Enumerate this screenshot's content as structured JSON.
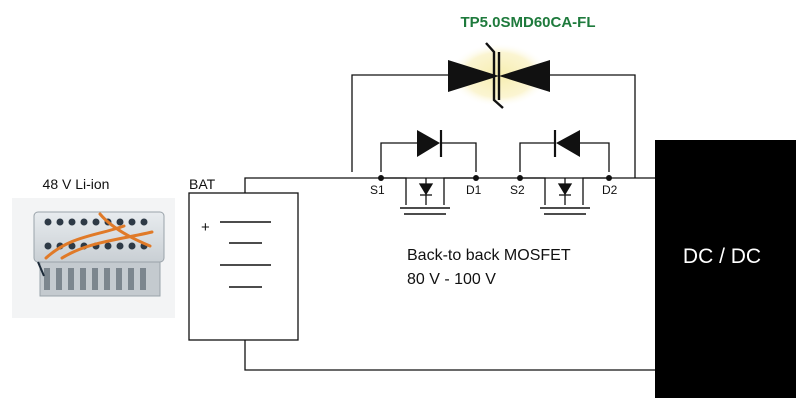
{
  "tvs_label": "TP5.0SMD60CA-FL",
  "battery": {
    "photo_caption": "48 V Li-ion",
    "bat_label": "BAT",
    "plus_sign": "+"
  },
  "mosfet": {
    "s1": "S1",
    "d1": "D1",
    "s2": "S2",
    "d2": "D2",
    "caption_line1": "Back-to back MOSFET",
    "caption_line2": "80 V - 100 V"
  },
  "dcdc_label": "DC / DC",
  "colors": {
    "label_green": "#1e7a3c",
    "dcdc_fill": "#000000",
    "tvs_glow": "#fbf5d2",
    "wire": "#111111"
  }
}
